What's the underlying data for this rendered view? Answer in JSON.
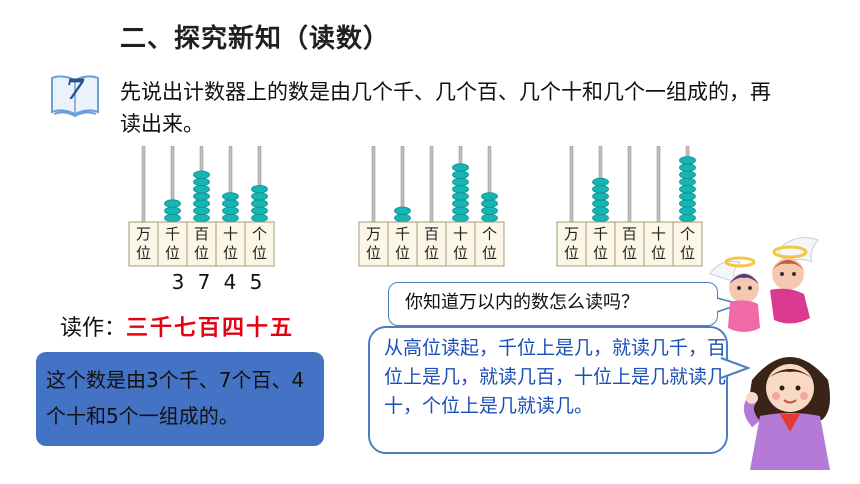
{
  "title": "二、探究新知（读数）",
  "example": {
    "number": "7",
    "prompt": "先说出计数器上的数是由几个千、几个百、几个十和几个一组成的，再读出来。"
  },
  "abacuses": [
    {
      "labels": [
        "万位",
        "千位",
        "百位",
        "十位",
        "个位"
      ],
      "beads": [
        0,
        3,
        7,
        4,
        5
      ]
    },
    {
      "labels": [
        "万位",
        "千位",
        "百位",
        "十位",
        "个位"
      ],
      "beads": [
        0,
        2,
        0,
        8,
        4
      ]
    },
    {
      "labels": [
        "万位",
        "千位",
        "百位",
        "十位",
        "个位"
      ],
      "beads": [
        0,
        6,
        0,
        0,
        9
      ]
    }
  ],
  "digits": [
    "3",
    "7",
    "4",
    "5"
  ],
  "reading": {
    "label": "读作：",
    "value": "三千七百四十五"
  },
  "composition": "这个数是由3个千、7个百、4个十和5个一组成的。",
  "question_bubble": "你知道万以内的数怎么读吗？",
  "answer_bubble": "从高位读起，千位上是几，就读几千，百位上是几，就读几百，十位上是几就读几十，个位上是几就读几。",
  "colors": {
    "bead": "#16b5b3",
    "bead_dark": "#0c8f8d",
    "reading": "#e60012",
    "box": "#4472c4",
    "answer": "#1b4fb8",
    "border": "#4d7fc0"
  }
}
